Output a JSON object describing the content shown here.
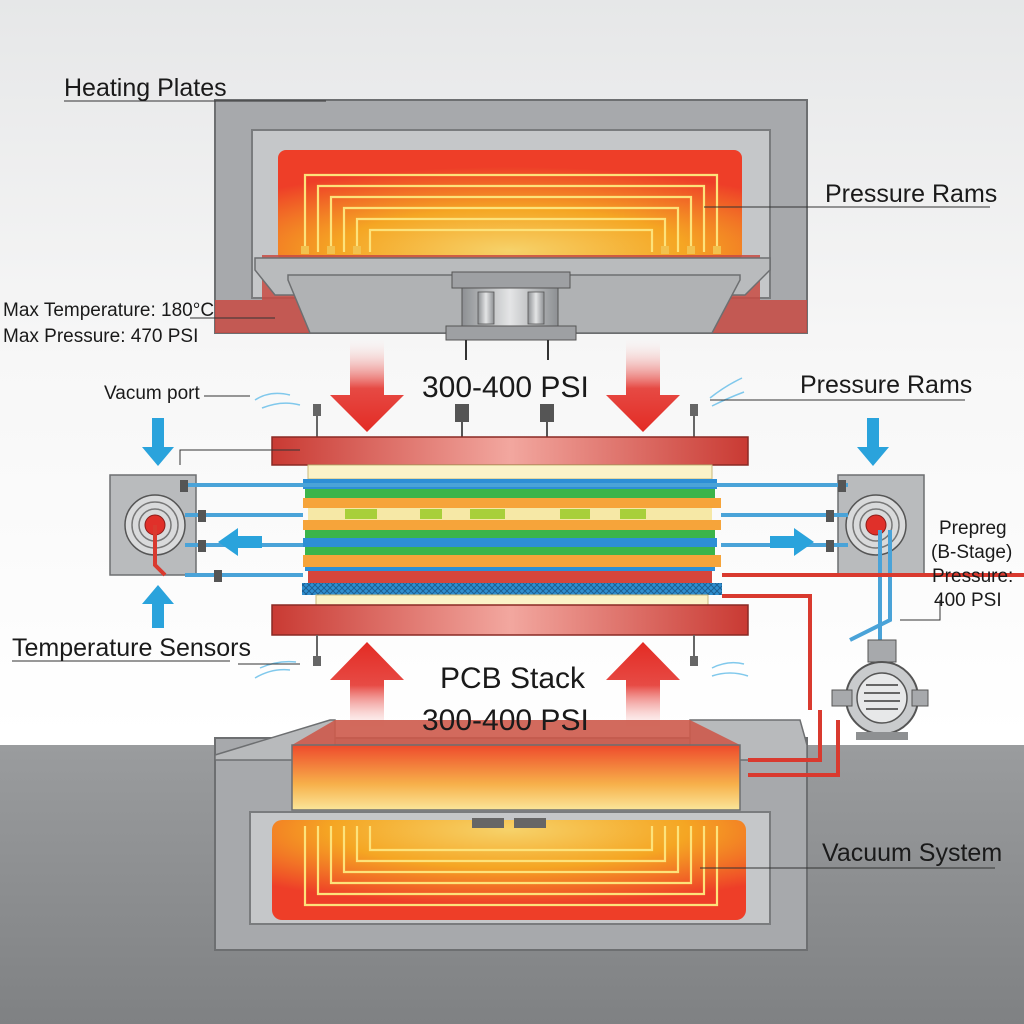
{
  "labels": {
    "heating_plates": "Heating Plates",
    "pressure_rams_top": "Pressure Rams",
    "max_temperature": "Max Temperature: 180°C",
    "max_pressure": "Max Pressure: 470 PSI",
    "vacuum_port": "Vacum port",
    "pressure_upper": "300-400 PSI",
    "pressure_rams_mid": "Pressure Rams",
    "prepreg_line1": "Prepreg",
    "prepreg_line2": "(B-Stage)",
    "prepreg_line3": "Pressure:",
    "prepreg_line4": "400 PSI",
    "temperature_sensors": "Temperature Sensors",
    "pcb_stack": "PCB Stack",
    "pressure_lower": "300-400 PSI",
    "vacuum_system": "Vacuum System"
  },
  "colors": {
    "press_frame": "#a7a9ac",
    "heat_core_hot": "#ef3b24",
    "heat_core_warm": "#f7a21b",
    "heat_glow": "#fde27a",
    "platen_red": "#d9413a",
    "arrow_red": "#e32b24",
    "arrow_blue": "#2aa3dc",
    "pipe_blue": "#4aa3d8",
    "pipe_red": "#d93a2f",
    "layer_blue": "#2d8fd5",
    "layer_green": "#3bb44a",
    "layer_orange": "#f6a43a",
    "layer_lime": "#a8cf3a",
    "floor_gray": "#8e9092"
  }
}
